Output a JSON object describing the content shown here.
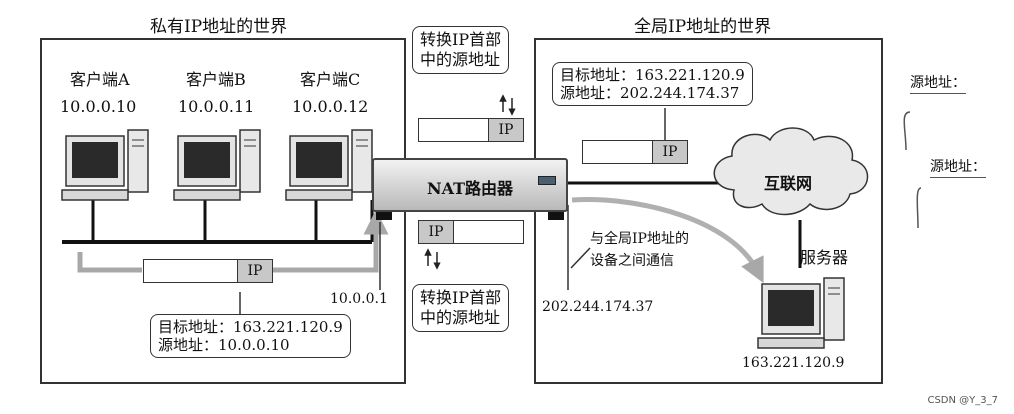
{
  "private_world": {
    "title": "私有IP地址的世界",
    "clients": [
      {
        "name": "客户端A",
        "ip": "10.0.0.10"
      },
      {
        "name": "客户端B",
        "ip": "10.0.0.11"
      },
      {
        "name": "客户端C",
        "ip": "10.0.0.12"
      }
    ],
    "router_lan_ip": "10.0.0.1",
    "packet_ip_label": "IP",
    "packet_callout": {
      "dest": "目标地址：163.221.120.9",
      "src": "源地址：10.0.0.10"
    }
  },
  "global_world": {
    "title": "全局IP地址的世界",
    "packet_ip_label": "IP",
    "packet_callout": {
      "dest": "目标地址：163.221.120.9",
      "src": "源地址：202.244.174.37"
    },
    "internet_label": "互联网",
    "server_label": "服务器",
    "server_ip": "163.221.120.9",
    "router_wan_ip": "202.244.174.37",
    "comm_note": {
      "line1": "与全局IP地址的",
      "line2": "设备之间通信"
    }
  },
  "router": {
    "label": "NAT路由器",
    "convert_top": {
      "line1": "转换IP首部",
      "line2": "中的源地址"
    },
    "convert_bottom": {
      "line1": "转换IP首部",
      "line2": "中的源地址"
    },
    "packet_top_ip_label": "IP",
    "packet_bottom_ip_label": "IP"
  },
  "side_fragment": {
    "label1": "源地址：",
    "label2": "源地址："
  },
  "watermark": "CSDN @Y_3_7",
  "icons": [
    "computer-icon",
    "cloud-icon",
    "server-icon",
    "router-icon"
  ]
}
